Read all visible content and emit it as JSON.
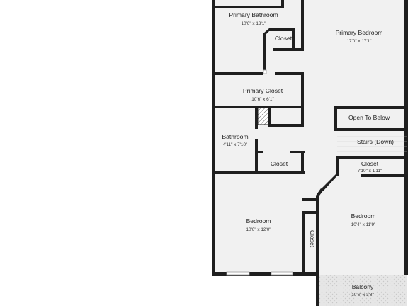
{
  "rooms": {
    "primary_bathroom": {
      "name": "Primary Bathroom",
      "dims": "10'6\" x 13'1\""
    },
    "primary_bedroom": {
      "name": "Primary Bedroom",
      "dims": "17'0\" x 17'1\""
    },
    "bath_closet": {
      "name": "Closet"
    },
    "primary_closet": {
      "name": "Primary Closet",
      "dims": "10'6\" x 6'1\""
    },
    "open_to_below": {
      "name": "Open To Below"
    },
    "bathroom": {
      "name": "Bathroom",
      "dims": "4'11\" x 7'10\""
    },
    "stairs": {
      "name": "Stairs (Down)"
    },
    "hall_closet": {
      "name": "Closet"
    },
    "bedroom2_closet": {
      "name": "Closet",
      "dims": "7'10\" x 1'11\""
    },
    "bedroom1": {
      "name": "Bedroom",
      "dims": "10'6\" x 12'0\""
    },
    "bedroom2": {
      "name": "Bedroom",
      "dims": "10'4\" x 11'9\""
    },
    "vertical_closet": {
      "name": "Closet"
    },
    "balcony": {
      "name": "Balcony",
      "dims": "10'6\" x 3'8\""
    }
  },
  "colors": {
    "wall": "#1f1f1f",
    "floor": "#f1f1f1",
    "balcony": "#e4e4e4"
  }
}
